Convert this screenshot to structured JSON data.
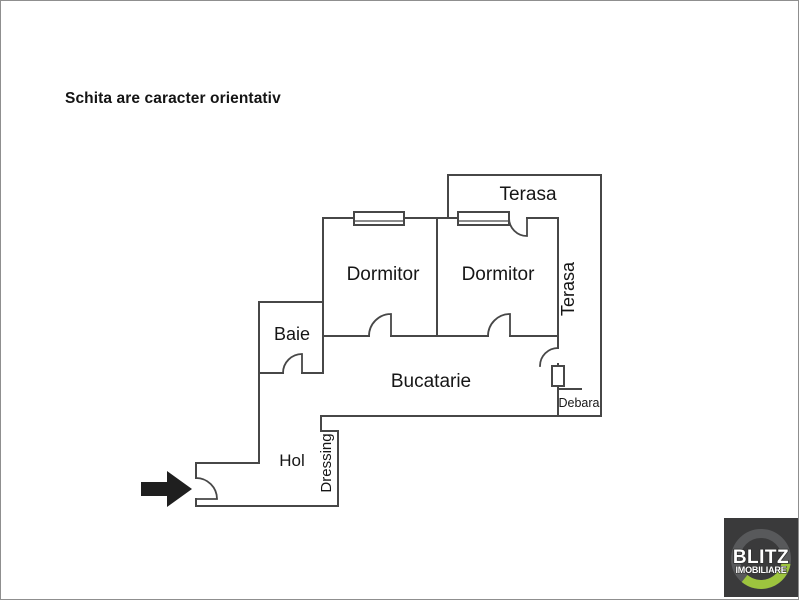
{
  "disclaimer": {
    "text": "Schita are caracter orientativ"
  },
  "plan": {
    "rooms": [
      {
        "id": "terasa-top",
        "label": "Terasa"
      },
      {
        "id": "dormitor-left",
        "label": "Dormitor"
      },
      {
        "id": "dormitor-right",
        "label": "Dormitor"
      },
      {
        "id": "terasa-right",
        "label": "Terasa"
      },
      {
        "id": "baie",
        "label": "Baie"
      },
      {
        "id": "bucatarie",
        "label": "Bucatarie"
      },
      {
        "id": "debara",
        "label": "Debara"
      },
      {
        "id": "hol",
        "label": "Hol"
      },
      {
        "id": "dressing",
        "label": "Dressing"
      }
    ],
    "entrance_arrow": {
      "direction": "right"
    }
  },
  "logo": {
    "brand": "BLITZ",
    "subtitle": "IMOBILIARE",
    "background": "#3a3a3b",
    "ring_gray": "#58595b",
    "accent_green": "#9dc43e"
  },
  "colors": {
    "wall": "#474747",
    "text": "#161616",
    "background": "#ffffff",
    "frame_border": "#8f8f8f"
  }
}
